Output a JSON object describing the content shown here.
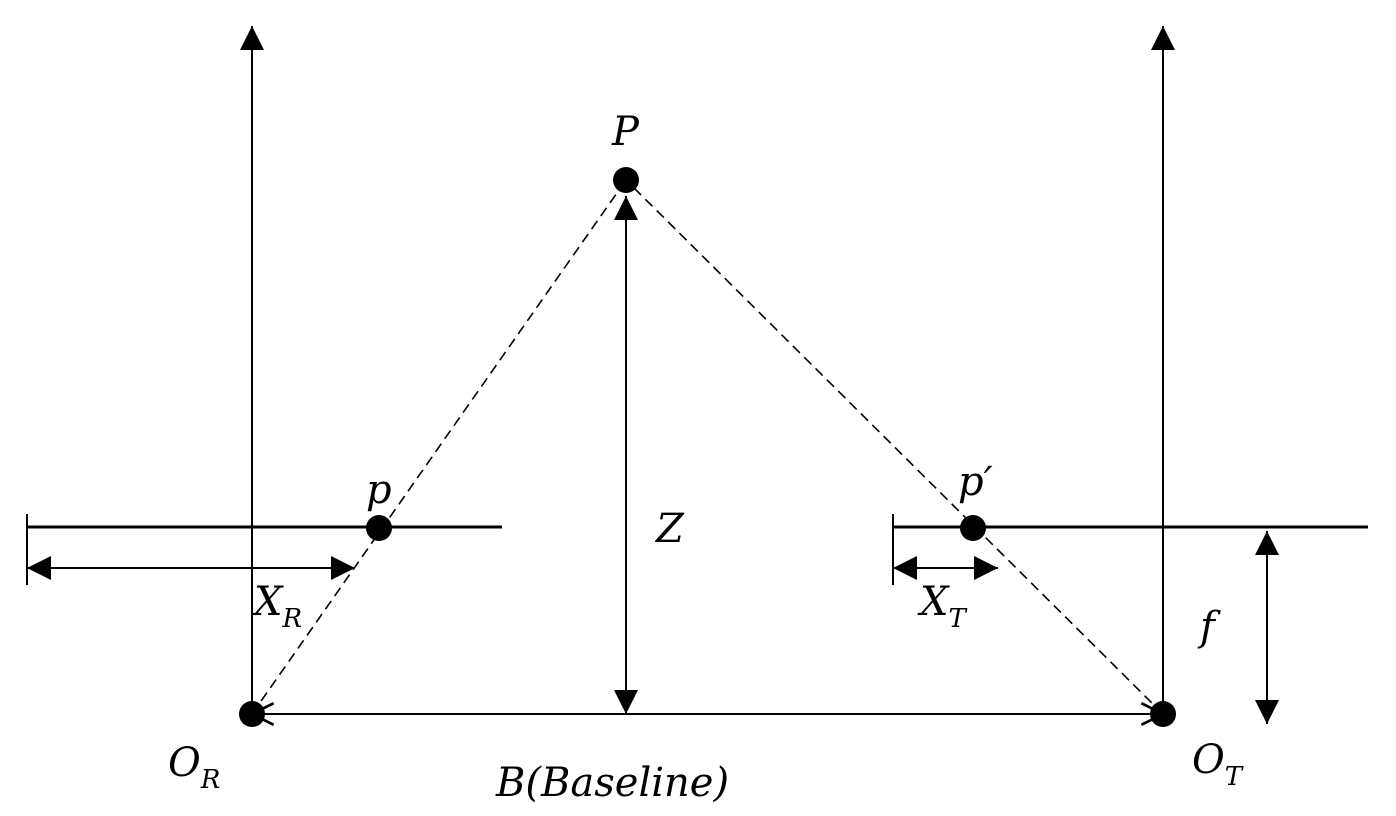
{
  "labels": {
    "point_P": "P",
    "point_p": "p",
    "point_p_prime": "p′",
    "depth_Z": "Z",
    "focal_f": "f",
    "xr_main": "X",
    "xr_sub": "R",
    "xt_main": "X",
    "xt_sub": "T",
    "or_main": "O",
    "or_sub": "R",
    "ot_main": "O",
    "ot_sub": "T",
    "baseline": "B(Baseline)"
  },
  "colors": {
    "stroke": "#000000",
    "background": "#ffffff"
  }
}
